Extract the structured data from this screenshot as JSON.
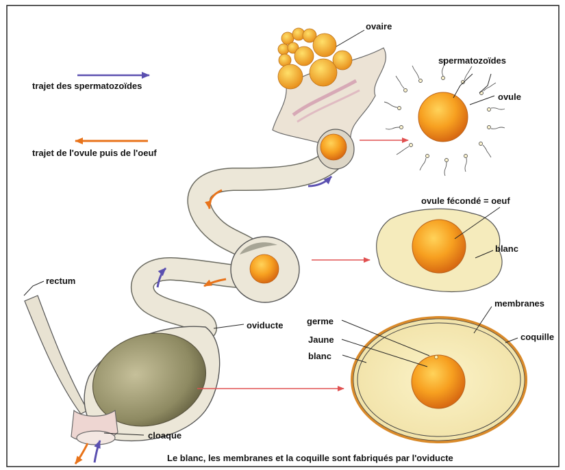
{
  "legend": {
    "sperm_path": "trajet des spermatozoïdes",
    "egg_path": "trajet de l'ovule puis de l'oeuf",
    "sperm_color": "#5a4fb0",
    "egg_color": "#e8731a"
  },
  "labels": {
    "ovaire": "ovaire",
    "spermatozoides": "spermatozoïdes",
    "ovule": "ovule",
    "ovule_feconde": "ovule fécondé = oeuf",
    "blanc_top": "blanc",
    "rectum": "rectum",
    "oviducte": "oviducte",
    "membranes": "membranes",
    "coquille": "coquille",
    "germe": "germe",
    "jaune": "Jaune",
    "blanc_bottom": "blanc",
    "cloaque": "cloaque"
  },
  "caption": "Le blanc, les membranes et la coquille sont fabriqués par l'oviducte",
  "colors": {
    "frame": "#222222",
    "yolk": "#f0901c",
    "albumen": "#f5ebbc",
    "shell": "#d98a2a",
    "tract": "#eee9da",
    "pointer_arrow": "#e05050"
  }
}
